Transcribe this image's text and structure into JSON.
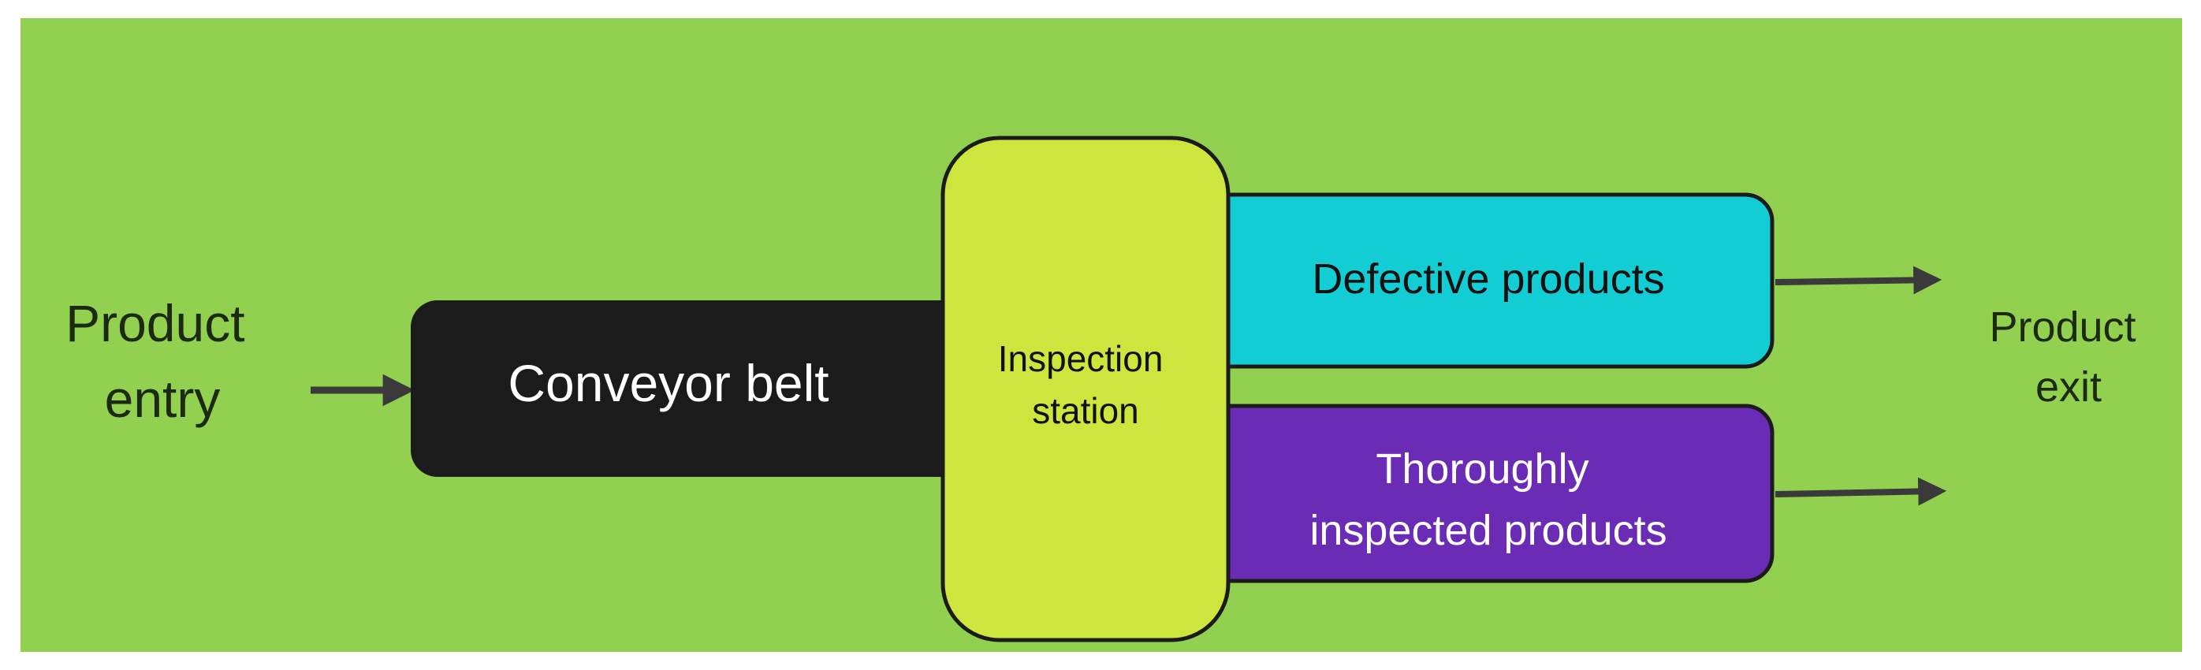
{
  "colors": {
    "background": "#92d050",
    "conveyor": "#1b1b1b",
    "inspection": "#cde63e",
    "defective": "#13cdd4",
    "inspected": "#6a2bb5",
    "arrow": "#3a3a3a",
    "dark_text": "#1d2a12",
    "light_text": "#ffffff"
  },
  "diagram": {
    "product_entry": [
      "Product",
      "entry"
    ],
    "conveyor_belt": "Conveyor belt",
    "inspection_station": [
      "Inspection",
      "station"
    ],
    "defective_products": "Defective products",
    "inspected_products": [
      "Thoroughly",
      "inspected products"
    ],
    "product_exit": [
      "Product",
      "exit"
    ]
  }
}
